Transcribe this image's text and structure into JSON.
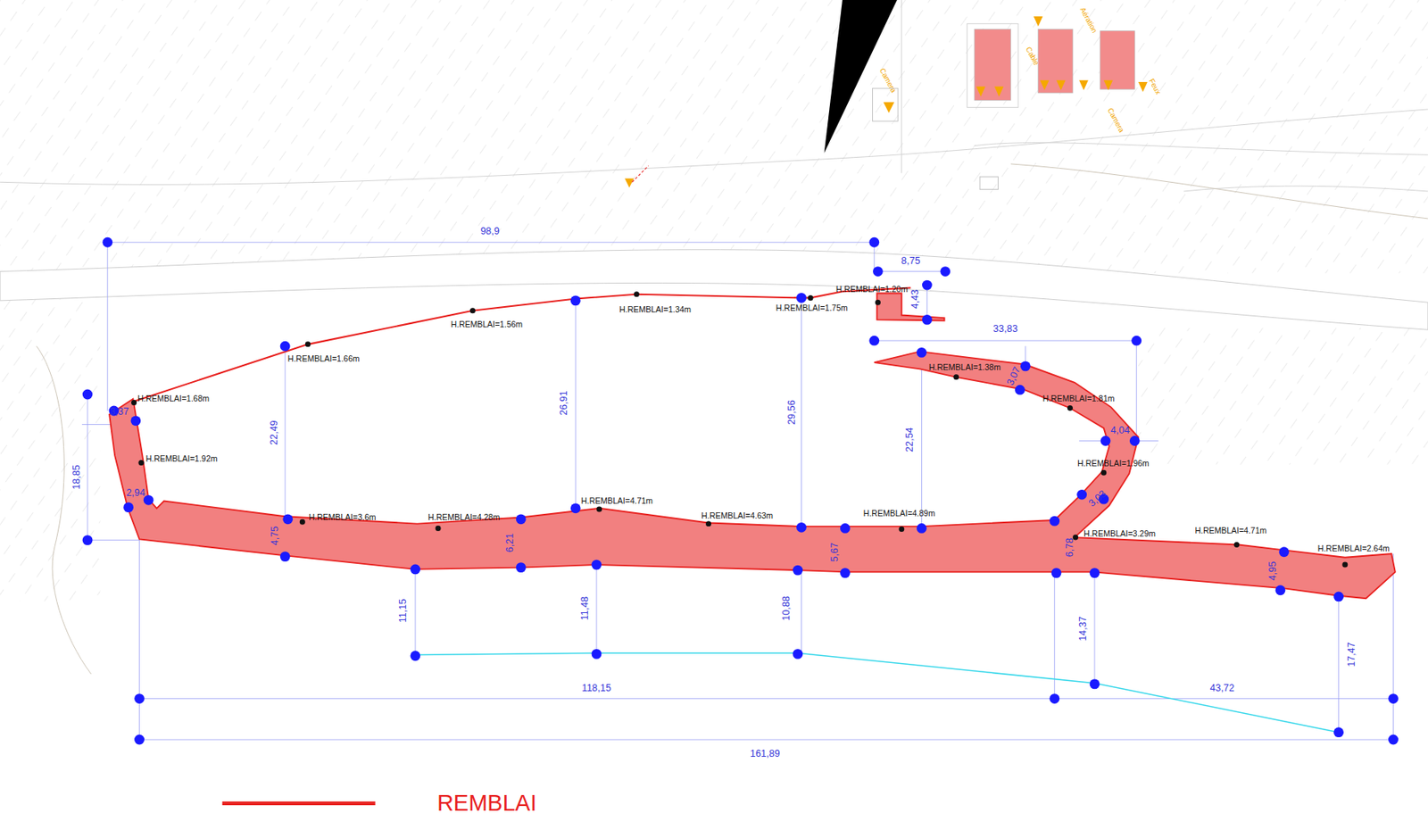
{
  "diagram": {
    "labels": [
      "Aération",
      "Cable",
      "Camera",
      "Feux",
      "Camera",
      "98,9",
      "8,75",
      "4,43",
      "33,83",
      "H.REMBLAI=1.20m",
      "H.REMBLAI=1.75m",
      "H.REMBLAI=1.34m",
      "H.REMBLAI=1.56m",
      "H.REMBLAI=1.66m",
      "H.REMBLAI=1.38m",
      "3,07",
      "H.REMBLAI=1.81m",
      "H.REMBLAI=1.68m",
      "3,37",
      "26,91",
      "29,56",
      "22,54",
      "22,49",
      "4,04",
      "H.REMBLAI=1.92m",
      "18,85",
      "H.REMBLAI=1.96m",
      "2,94",
      "3,03",
      "H.REMBLAI=4.71m",
      "H.REMBLAI=4.89m",
      "H.REMBLAI=3.6m",
      "H.REMBLAI=4.28m",
      "H.REMBLAI=4.63m",
      "H.REMBLAI=4.71m",
      "H.REMBLAI=3.29m",
      "H.REMBLAI=2.64m",
      "4,75",
      "6,21",
      "5,67",
      "6,78",
      "4,95",
      "11,15",
      "11,48",
      "10,88",
      "14,37",
      "17,47",
      "118,15",
      "43,72",
      "161,89"
    ],
    "legend": [
      {
        "text": "REMBLAI"
      }
    ]
  }
}
